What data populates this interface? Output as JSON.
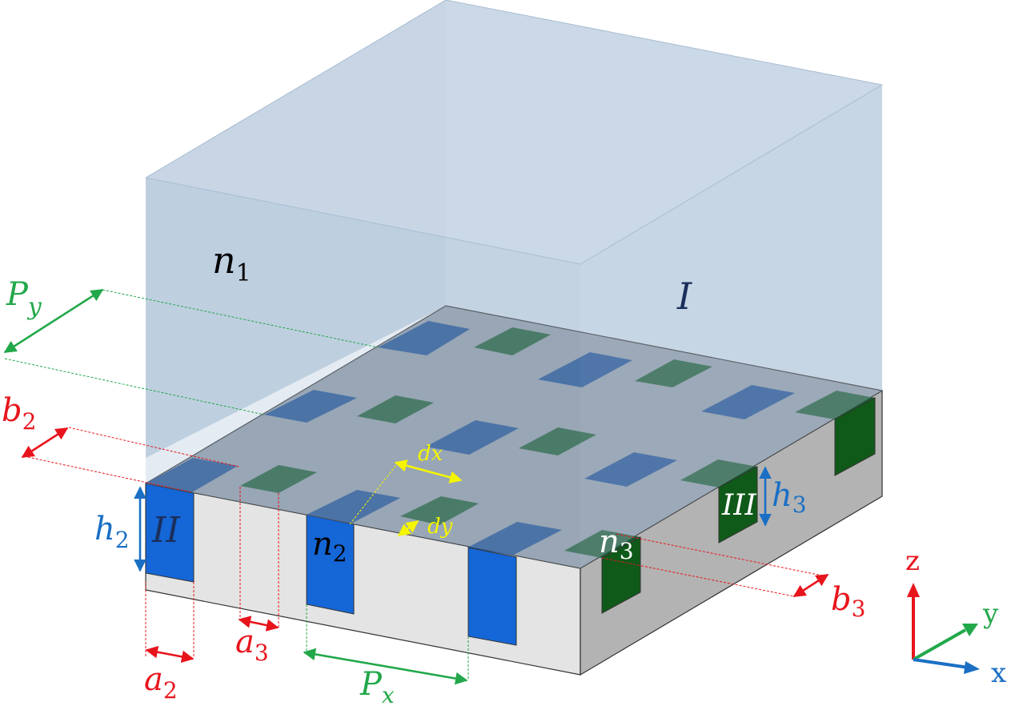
{
  "labels": {
    "n1": {
      "base": "n",
      "sub": "1"
    },
    "n2": {
      "base": "n",
      "sub": "2"
    },
    "n3": {
      "base": "n",
      "sub": "3"
    },
    "region_I": "I",
    "region_II": "II",
    "region_III": "III",
    "Py": {
      "base": "P",
      "sub": "y"
    },
    "Px": {
      "base": "P",
      "sub": "x"
    },
    "b2": {
      "base": "b",
      "sub": "2"
    },
    "b3": {
      "base": "b",
      "sub": "3"
    },
    "a2": {
      "base": "a",
      "sub": "2"
    },
    "a3": {
      "base": "a",
      "sub": "3"
    },
    "h2": {
      "base": "h",
      "sub": "2"
    },
    "h3": {
      "base": "h",
      "sub": "3"
    },
    "dx": "dx",
    "dy": "dy"
  },
  "axes": {
    "z": "z",
    "y": "y",
    "x": "x"
  },
  "colors": {
    "superstrate": "#b9cde0",
    "slab_top": "#8f9aa6",
    "slab_front": "#e4e4e4",
    "slab_side": "#b3b3b3",
    "blue_grating": "#1f63b5",
    "green_grating": "#1c5a2b",
    "red": "#e8141c",
    "green_dim": "#22a84a",
    "blue_dim": "#1a6fc4",
    "yellow_dim": "#f5f500",
    "axis_x": "#1a6fc4",
    "axis_y": "#22a84a",
    "axis_z": "#e8141c"
  }
}
